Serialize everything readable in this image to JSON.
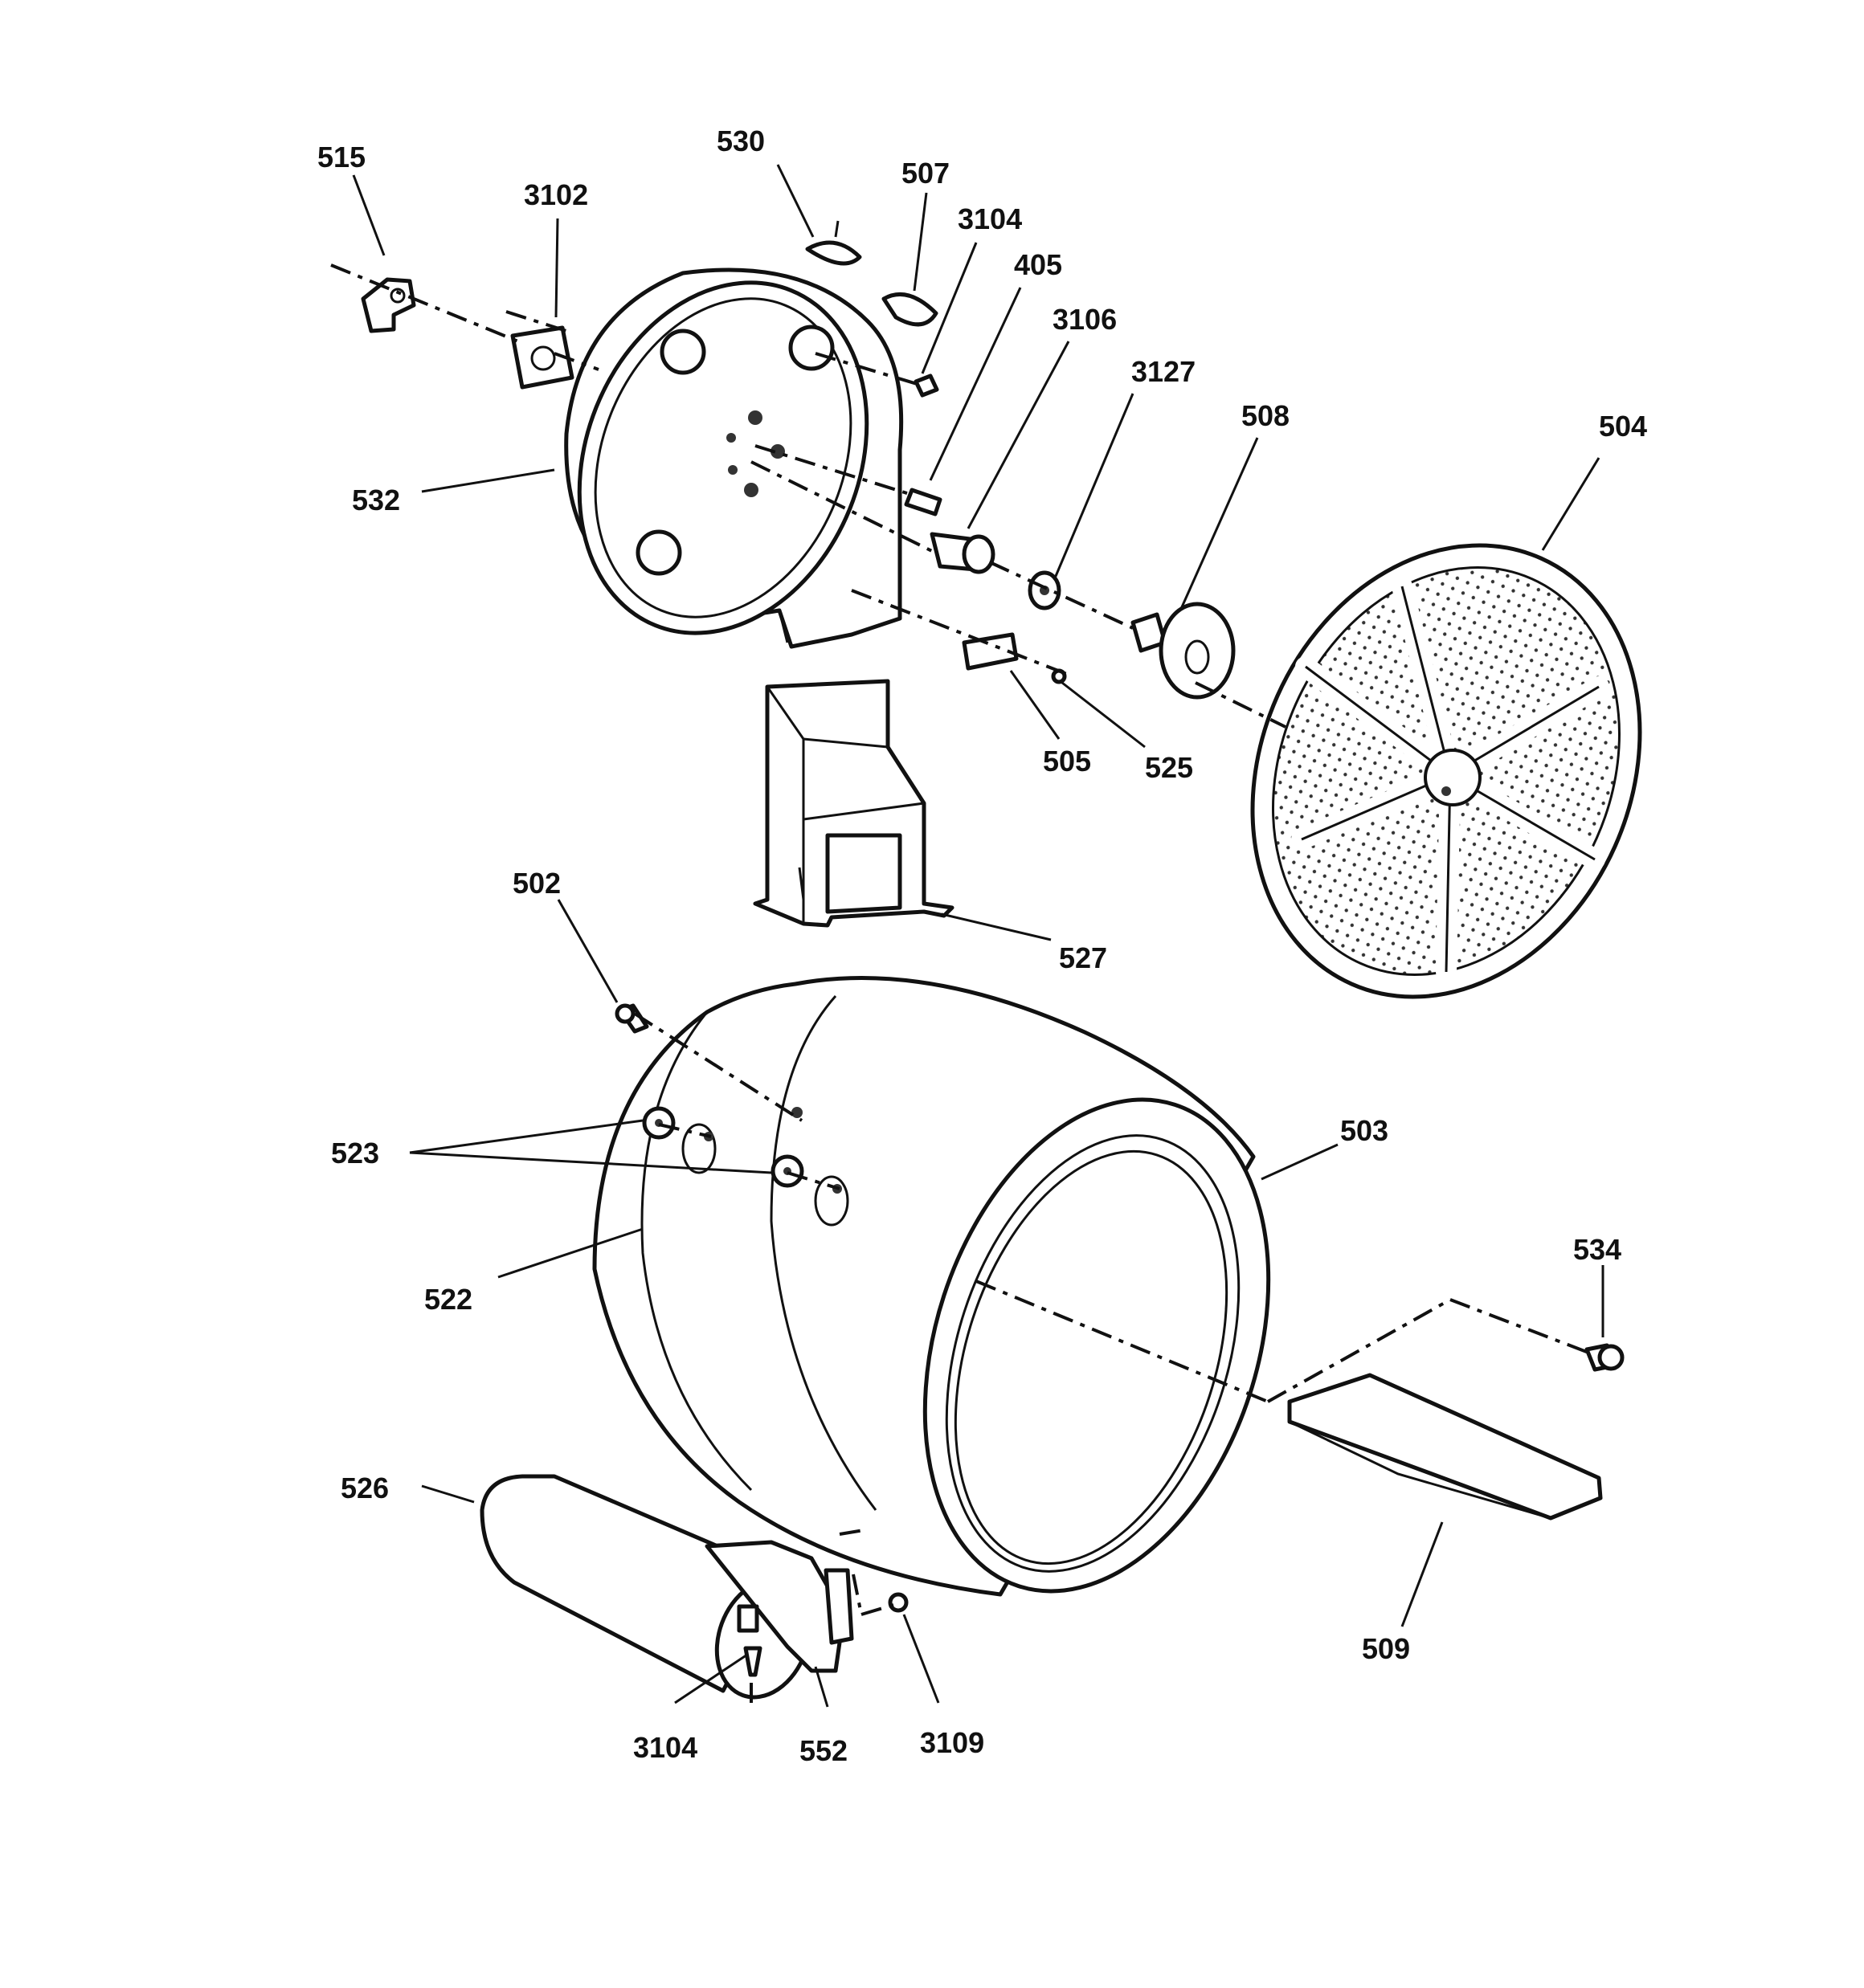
{
  "labels": {
    "l515": "515",
    "l3102": "3102",
    "l530": "530",
    "l507": "507",
    "l3104a": "3104",
    "l405": "405",
    "l3106": "3106",
    "l3127": "3127",
    "l508": "508",
    "l504": "504",
    "l532": "532",
    "l505": "505",
    "l525": "525",
    "l502": "502",
    "l527": "527",
    "l523": "523",
    "l503": "503",
    "l534": "534",
    "l522": "522",
    "l526": "526",
    "l509": "509",
    "l3104b": "3104",
    "l552": "552",
    "l3109": "3109"
  }
}
